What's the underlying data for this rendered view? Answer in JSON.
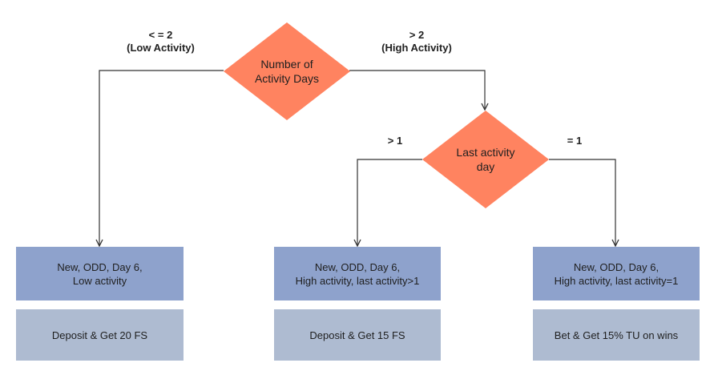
{
  "colors": {
    "decision_fill": "#ff8360",
    "segment_fill": "#8ea2cc",
    "offer_fill": "#aebbd1",
    "line": "#333333"
  },
  "decisions": {
    "root": "Number of\nActivity Days",
    "last": "Last activity\nday"
  },
  "edges": {
    "low": "< = 2\n(Low Activity)",
    "high": "> 2\n(High Activity)",
    "gt1": "> 1",
    "eq1": "= 1"
  },
  "segments": [
    "New, ODD, Day 6,\nLow activity",
    "New, ODD, Day 6,\nHigh activity, last activity>1",
    "New, ODD, Day 6,\nHigh activity, last activity=1"
  ],
  "offers": [
    "Deposit & Get 20 FS",
    "Deposit & Get 15 FS",
    "Bet & Get 15% TU on wins"
  ]
}
